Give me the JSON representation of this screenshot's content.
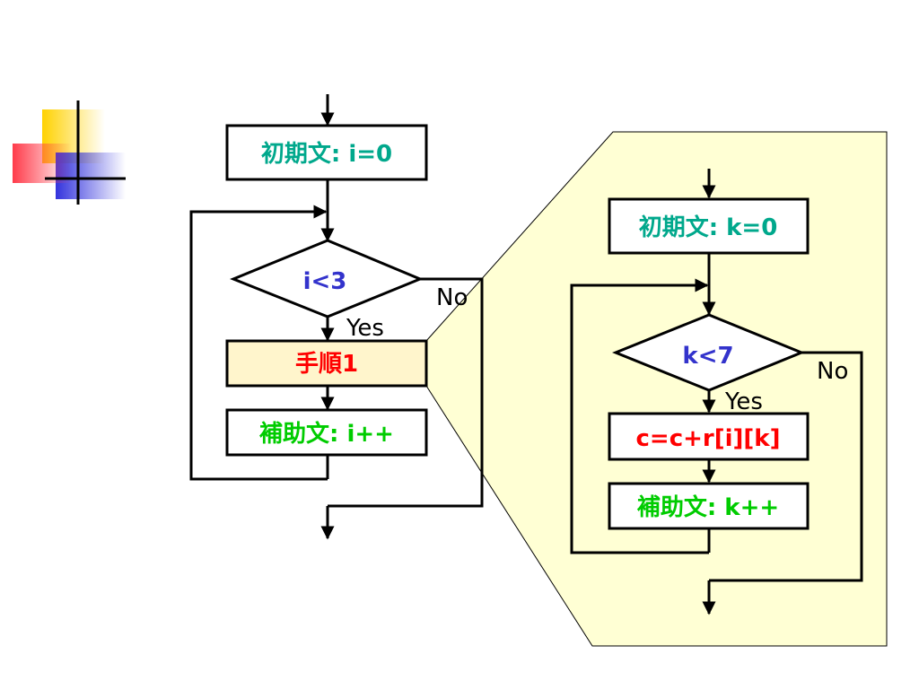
{
  "colors": {
    "teal": "#00a88c",
    "green": "#00cc00",
    "blue": "#3333cc",
    "red": "#ff0000",
    "panel": "#ffffd4",
    "box_fill": "#fff5cc"
  },
  "outer": {
    "init": "初期文: i=0",
    "cond": "i<3",
    "yes": "Yes",
    "no": "No",
    "step": "手順1",
    "incr": "補助文: i++"
  },
  "inner": {
    "init": "初期文: k=0",
    "cond": "k<7",
    "yes": "Yes",
    "no": "No",
    "body": "c=c+r[i][k]",
    "incr": "補助文: k++"
  }
}
